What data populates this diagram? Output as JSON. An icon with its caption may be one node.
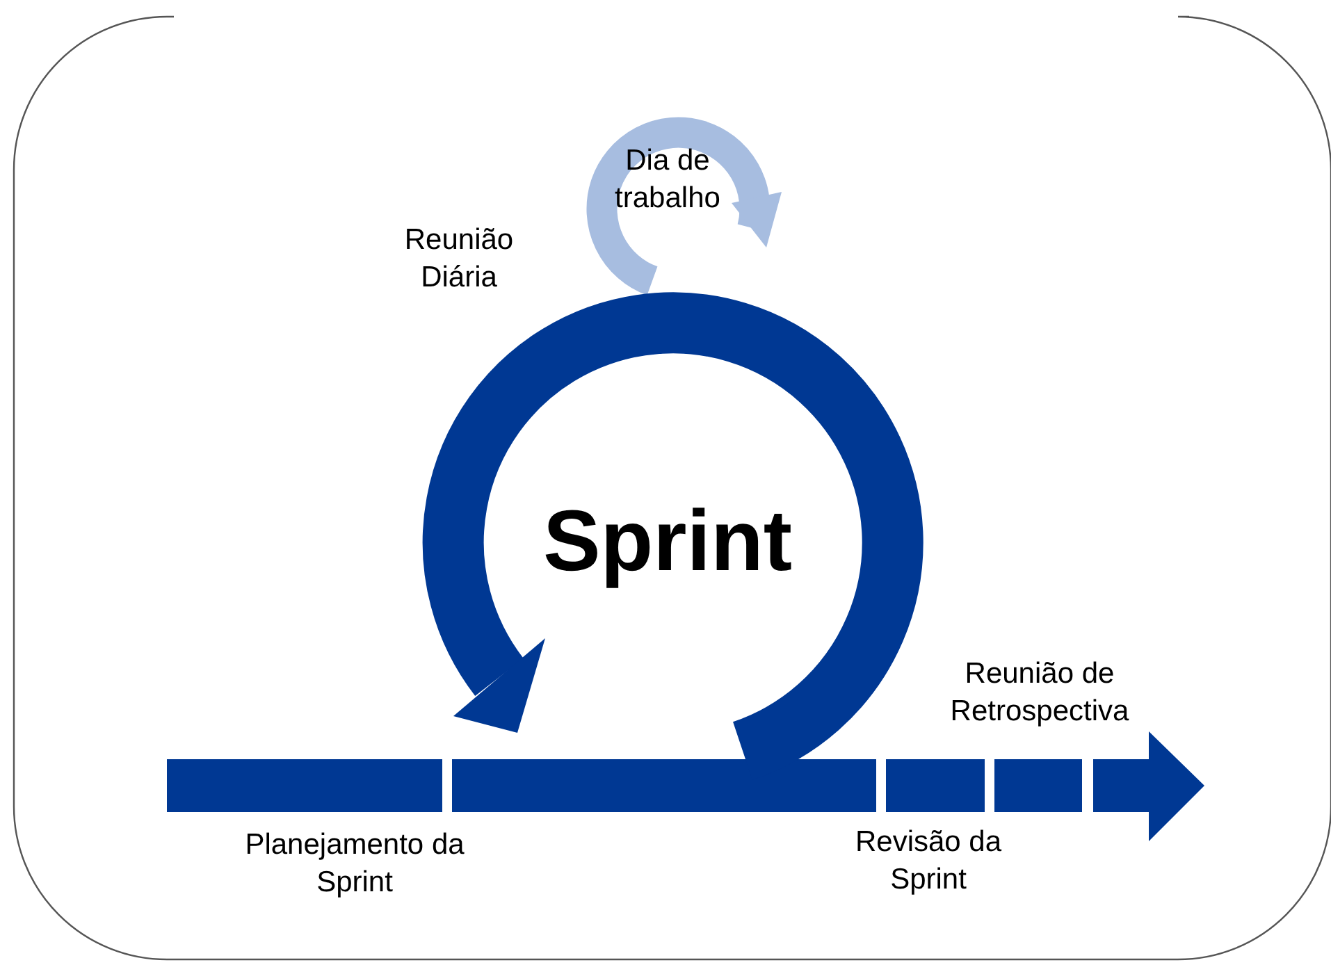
{
  "diagram": {
    "labels": [
      "Dia de trabalho",
      "Reunião Diária",
      "Sprint",
      "Reunião de Retrospectiva",
      "Planejamento da Sprint",
      "Revisão da Sprint"
    ]
  }
}
